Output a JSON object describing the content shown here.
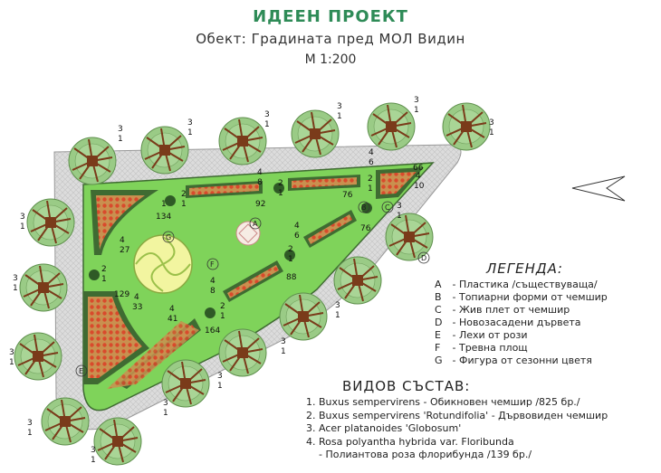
{
  "header": {
    "title": "ИДЕЕН ПРОЕКТ",
    "object": "Обект: Градината пред МОЛ Видин",
    "scale": "М 1:200"
  },
  "legend": {
    "title": "ЛЕГЕНДА:",
    "items": [
      {
        "key": "A",
        "text": "Пластика /съществуваща/"
      },
      {
        "key": "B",
        "text": "Топиарни форми от чемшир"
      },
      {
        "key": "C",
        "text": "Жив плет от чемшир"
      },
      {
        "key": "D",
        "text": "Новозасадени дървета"
      },
      {
        "key": "E",
        "text": "Лехи от рози"
      },
      {
        "key": "F",
        "text": "Тревна площ"
      },
      {
        "key": "G",
        "text": "Фигура от сезонни цветя"
      }
    ]
  },
  "species": {
    "title": "ВИДОВ СЪСТАВ:",
    "items": [
      "1. Buxus sempervirens - Обикновен чемшир /825 бр./",
      "2. Buxus sempervirens 'Rotundifolia' - Дървовиден чемшир",
      "3. Acer platanoides 'Globosum'",
      "4. Rosa polyantha hybrida var. Floribunda",
      "- Полиантова роза флорибунда /139 бр./"
    ]
  },
  "plan_labels": {
    "circle_marks": [
      "A",
      "B",
      "C",
      "D",
      "E",
      "F",
      "G"
    ],
    "tree_tag": {
      "top": "3",
      "bottom": "1"
    },
    "bed_tags": [
      {
        "top": "4",
        "mid": "8",
        "bottom": "92"
      },
      {
        "top": "4",
        "mid": "6",
        "bottom": "76"
      },
      {
        "top": "4",
        "mid": "10",
        "bottom": "66"
      },
      {
        "top": "4",
        "mid": "6",
        "bottom": "76"
      },
      {
        "top": "4",
        "mid": "8",
        "bottom": "88"
      },
      {
        "top": "4",
        "mid": "27",
        "bottom": ""
      },
      {
        "top": "4",
        "mid": "33",
        "bottom": "129"
      },
      {
        "top": "4",
        "mid": "41",
        "bottom": "164"
      }
    ],
    "topiary_tags": [
      {
        "top": "2",
        "bottom": "1"
      },
      {
        "top": "2",
        "bottom": "1"
      },
      {
        "top": "2",
        "bottom": "1"
      },
      {
        "top": "2",
        "bottom": "1"
      },
      {
        "top": "2",
        "bottom": "1"
      },
      {
        "top": "2",
        "bottom": "1"
      }
    ],
    "hedge_tag": {
      "top": "1",
      "bottom": "134"
    }
  },
  "colors": {
    "lawn": "#7fd35a",
    "hedge": "#3f6b32",
    "rose_bed": "#c58a4a",
    "pavement": "#d9d9d9",
    "tree_canopy": "#8ec77a",
    "tree_trunk": "#7a3b1a",
    "title": "#2e8b57"
  }
}
